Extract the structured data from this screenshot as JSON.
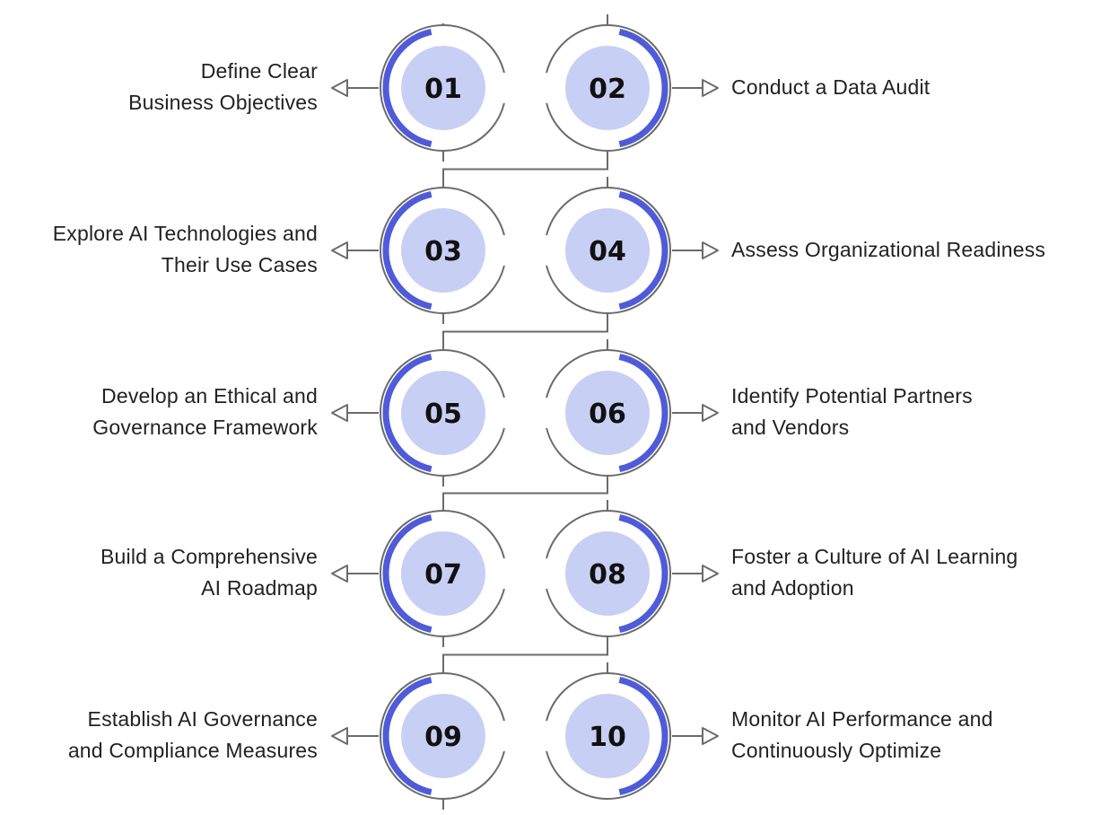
{
  "steps": [
    {
      "number": "01",
      "lines": [
        "Define Clear",
        "Business Objectives"
      ],
      "side": "left"
    },
    {
      "number": "02",
      "lines": [
        "Conduct a Data Audit"
      ],
      "side": "right"
    },
    {
      "number": "03",
      "lines": [
        "Explore AI Technologies and",
        "Their Use Cases"
      ],
      "side": "left"
    },
    {
      "number": "04",
      "lines": [
        "Assess Organizational Readiness"
      ],
      "side": "right"
    },
    {
      "number": "05",
      "lines": [
        "Develop an Ethical and",
        "Governance Framework"
      ],
      "side": "left"
    },
    {
      "number": "06",
      "lines": [
        "Identify Potential Partners",
        "and Vendors"
      ],
      "side": "right"
    },
    {
      "number": "07",
      "lines": [
        "Build a Comprehensive",
        "AI Roadmap"
      ],
      "side": "left"
    },
    {
      "number": "08",
      "lines": [
        "Foster a Culture of AI Learning",
        "and Adoption"
      ],
      "side": "right"
    },
    {
      "number": "09",
      "lines": [
        "Establish AI Governance",
        "and Compliance Measures"
      ],
      "side": "left"
    },
    {
      "number": "10",
      "lines": [
        "Monitor AI Performance and",
        "Continuously Optimize"
      ],
      "side": "right"
    }
  ],
  "colors": {
    "accent": "#4f5bd9",
    "inner_fill": "#c8cff4",
    "ring_stroke": "#6b6b6b",
    "text": "#222222",
    "number_text": "#111111"
  }
}
